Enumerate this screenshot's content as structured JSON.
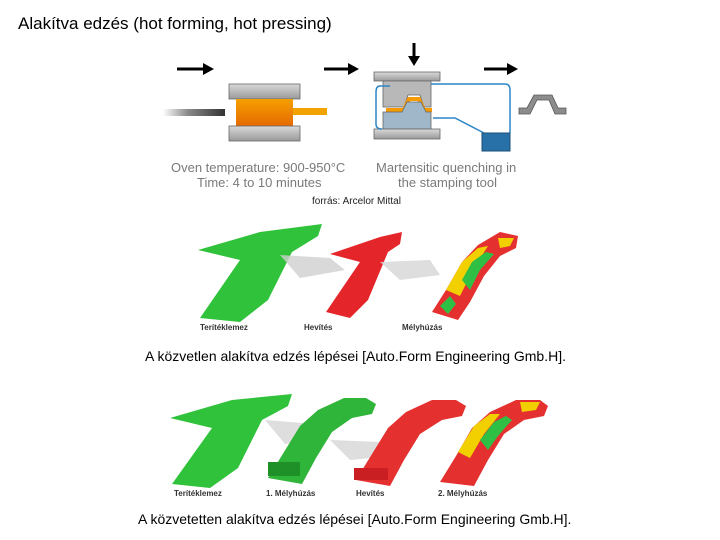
{
  "title": "Alakítva edzés (hot forming, hot pressing)",
  "process": {
    "oven_label_line1": "Oven temperature: 900-950°C",
    "oven_label_line2": "Time: 4 to 10 minutes",
    "quench_label_line1": "Martensitic quenching in",
    "quench_label_line2": "the stamping tool"
  },
  "source": "forrás: Arcelor Mittal",
  "direct": {
    "stages": [
      "Terítéklemez",
      "Hevítés",
      "Mélyhúzás"
    ],
    "caption": "A közvetlen alakítva edzés lépései [Auto.Form Engineering Gmb.H]."
  },
  "indirect": {
    "stages": [
      "Terítéklemez",
      "1. Mélyhúzás",
      "Hevítés",
      "2. Mélyhúzás"
    ],
    "caption": "A közvetetten alakítva edzés lépései [Auto.Form Engineering Gmb.H]."
  }
}
